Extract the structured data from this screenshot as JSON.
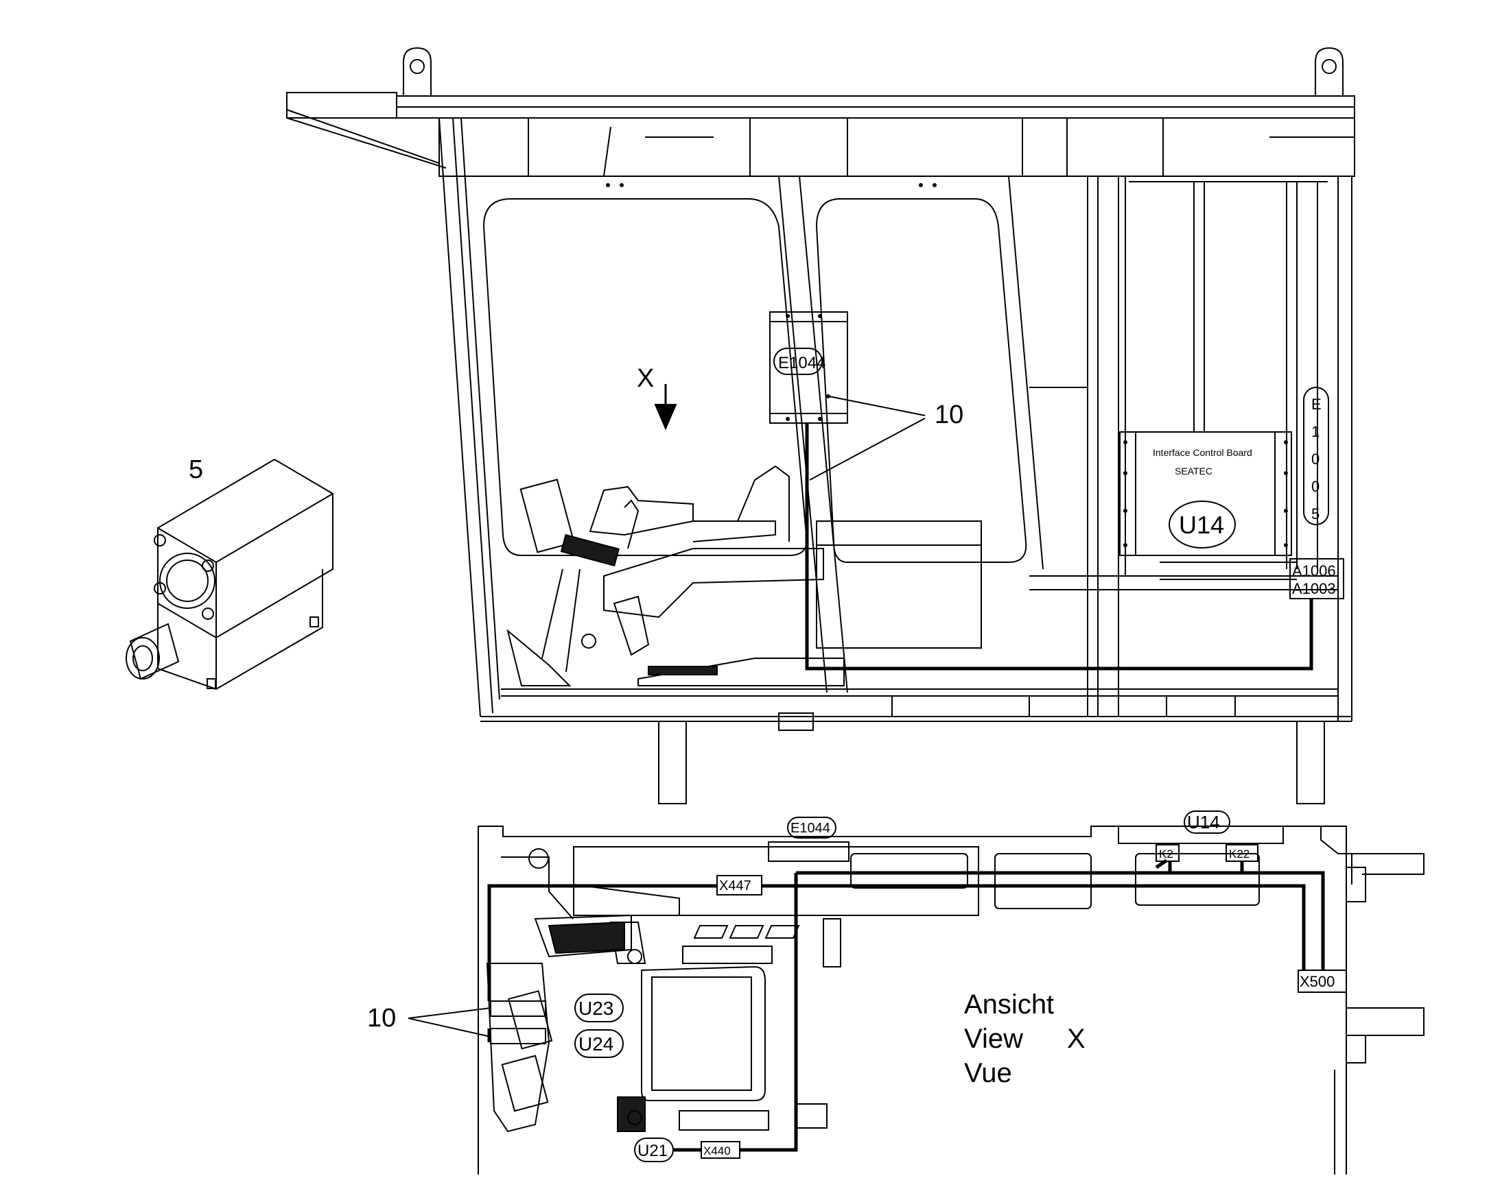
{
  "labels": {
    "item_5": "5",
    "item_10_top": "10",
    "item_10_bottom": "10",
    "view_arrow": "X",
    "e1044_top": "E1044",
    "e1044_bottom": "E1044",
    "e1005": [
      "E",
      "1",
      "0",
      "0",
      "5"
    ],
    "board_title": "Interface Control Board",
    "board_brand": "SEATEC",
    "u14_top": "U14",
    "u14_bottom": "U14",
    "a1006": "A1006",
    "a1003": "A1003",
    "x447": "X447",
    "k2": "K2",
    "k22": "K22",
    "x500": "X500",
    "u23": "U23",
    "u24": "U24",
    "u21": "U21",
    "x440": "X440",
    "ansicht": "Ansicht",
    "view": "View",
    "view_x": "X",
    "vue": "Vue"
  },
  "colors": {
    "line": "#000000",
    "fill_dark": "#1a1a1a",
    "background": "#ffffff"
  }
}
